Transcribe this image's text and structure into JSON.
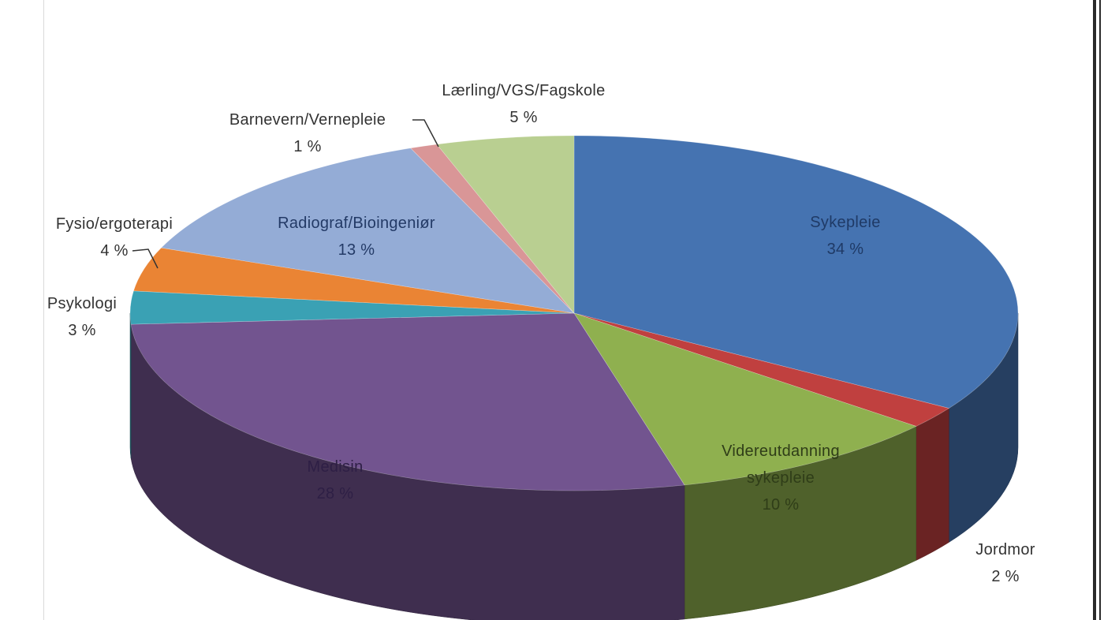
{
  "chart_data": {
    "type": "pie",
    "title": "",
    "style": "3d-exploded-free",
    "slices": [
      {
        "label": "Sykepleie",
        "value": 34,
        "value_label": "34 %",
        "color": "#4573b1"
      },
      {
        "label": "Jordmor",
        "value": 2,
        "value_label": "2 %",
        "color": "#c0403f"
      },
      {
        "label": "Videreutdanning sykepleie",
        "value": 10,
        "value_label": "10 %",
        "color": "#8fb04f"
      },
      {
        "label": "Medisin",
        "value": 28,
        "value_label": "28 %",
        "color": "#72548f"
      },
      {
        "label": "Psykologi",
        "value": 3,
        "value_label": "3 %",
        "color": "#3aa1b4"
      },
      {
        "label": "Fysio/ergoterapi",
        "value": 4,
        "value_label": "4 %",
        "color": "#ea8434"
      },
      {
        "label": "Radiograf/Bioingeniør",
        "value": 13,
        "value_label": "13 %",
        "color": "#94acd6"
      },
      {
        "label": "Barnevern/Vernepleie",
        "value": 1,
        "value_label": "1 %",
        "color": "#d99697"
      },
      {
        "label": "Lærling/VGS/Fagskole",
        "value": 5,
        "value_label": "5 %",
        "color": "#b9cf91"
      }
    ],
    "legend": "none"
  }
}
